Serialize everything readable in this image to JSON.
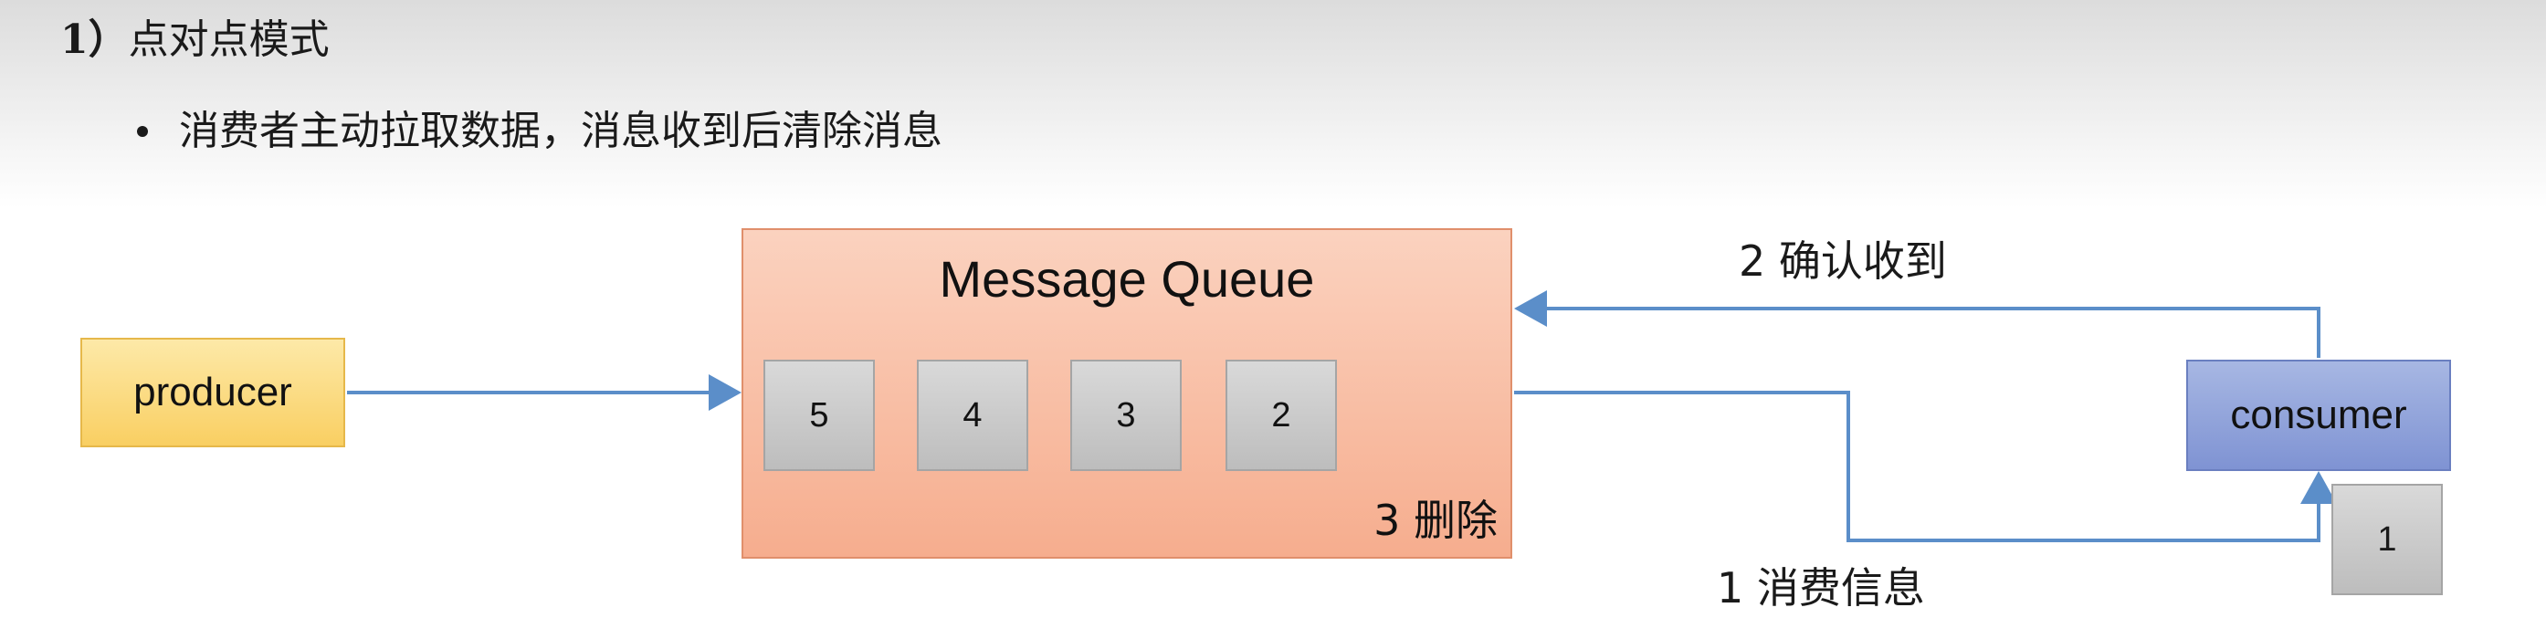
{
  "heading": {
    "number": "1）",
    "title": "点对点模式"
  },
  "bullet": {
    "text": "消费者主动拉取数据，消息收到后清除消息"
  },
  "diagram": {
    "producer_label": "producer",
    "queue_title": "Message Queue",
    "queue_messages": [
      "5",
      "4",
      "3",
      "2"
    ],
    "consumer_label": "consumer",
    "consumer_message": "1",
    "step_confirm": "2 确认收到",
    "step_consume": "1 消费信息",
    "step_delete": "3 删除",
    "colors": {
      "producer_fill": "#f9cf62",
      "queue_fill": "#f6ad8e",
      "consumer_fill": "#7f93d3",
      "message_fill": "#c8c8c8",
      "arrow": "#5b8ec9"
    }
  }
}
